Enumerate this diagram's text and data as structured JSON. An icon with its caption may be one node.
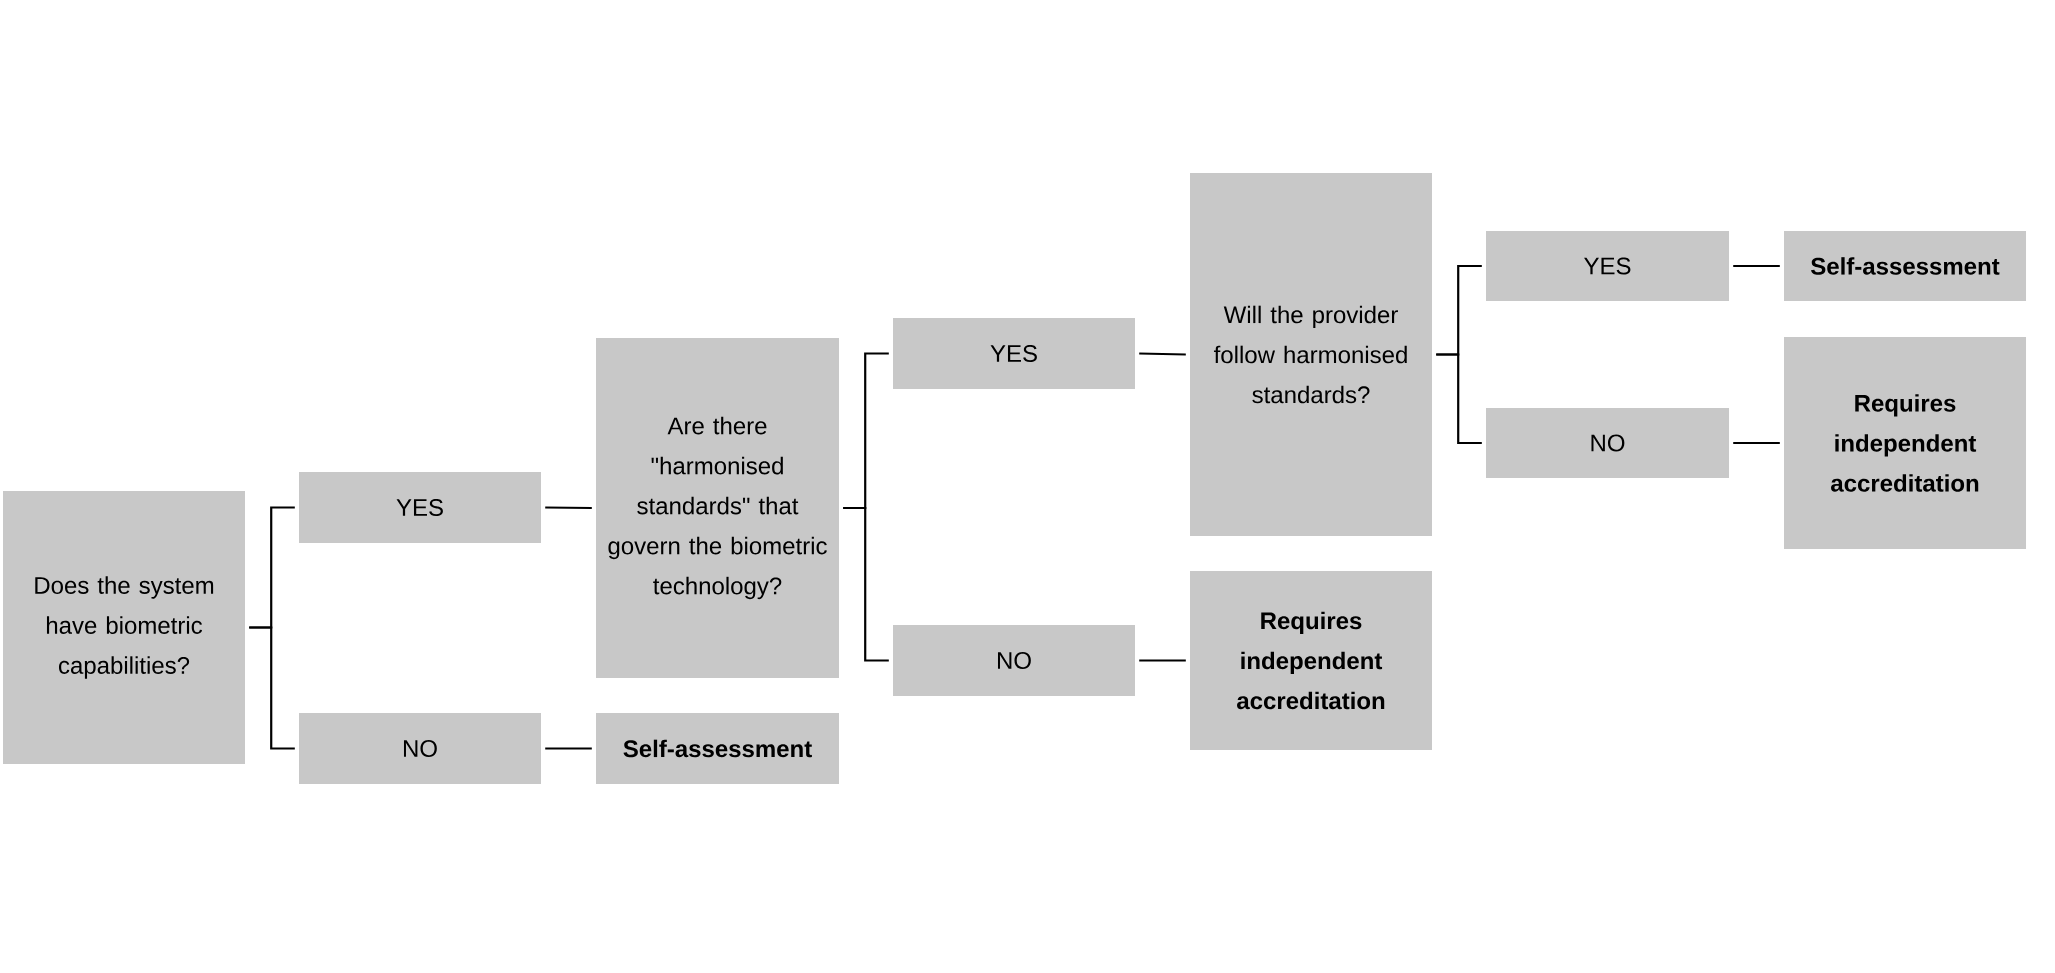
{
  "diagram": {
    "nodes": [
      {
        "text": [
          "Does the system have biometric capabilities?"
        ]
      },
      {
        "text": [
          "YES"
        ]
      },
      {
        "text": [
          "NO"
        ]
      },
      {
        "text": [
          "Are there \"harmonised standards\" that govern the biometric technology?"
        ]
      },
      {
        "text": [
          "Self-assessment"
        ]
      },
      {
        "text": [
          "YES"
        ]
      },
      {
        "text": [
          "NO"
        ]
      },
      {
        "text": [
          "Will the provider follow harmonised standards?"
        ]
      },
      {
        "text": [
          "Requires independent accreditation"
        ]
      },
      {
        "text": [
          "YES"
        ]
      },
      {
        "text": [
          "NO"
        ]
      },
      {
        "text": [
          "Self-assessment"
        ]
      },
      {
        "text": [
          "Requires independent accreditation"
        ]
      }
    ],
    "edges": [
      {
        "from": 0,
        "to": 1,
        "arrow": "none"
      },
      {
        "from": 0,
        "to": 2,
        "arrow": "none"
      },
      {
        "from": 1,
        "to": 3,
        "arrow": "none"
      },
      {
        "from": 2,
        "to": 4,
        "arrow": "none"
      },
      {
        "from": 3,
        "to": 5,
        "arrow": "none"
      },
      {
        "from": 3,
        "to": 6,
        "arrow": "none"
      },
      {
        "from": 5,
        "to": 7,
        "arrow": "none"
      },
      {
        "from": 6,
        "to": 8,
        "arrow": "none"
      },
      {
        "from": 7,
        "to": 9,
        "arrow": "none"
      },
      {
        "from": 7,
        "to": 10,
        "arrow": "none"
      },
      {
        "from": 9,
        "to": 11,
        "arrow": "none"
      },
      {
        "from": 10,
        "to": 12,
        "arrow": "none"
      }
    ]
  }
}
